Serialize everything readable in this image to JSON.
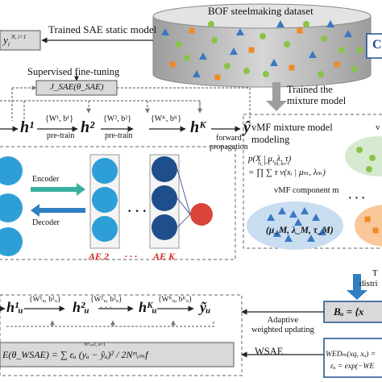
{
  "top": {
    "dataset_title": "BOF steelmaking dataset",
    "trained_static_label": "Trained SAE static model",
    "label_set": "y",
    "label_set_suffix": "i",
    "label_set_range": "N, i=1",
    "right_box_char": "C",
    "trained_mixture_label": "Trained the\nmixture model"
  },
  "finetune": {
    "title": "Supervised fine-tuning",
    "loss_label": "J_SAE(θ_SAE)"
  },
  "sae_chain": {
    "h1": "h¹",
    "h2": "h²",
    "hK": "hᴷ",
    "yhat": "ŷ",
    "w1": "{W¹, b¹}",
    "w2": "{W², b²}",
    "wK": "{Wᴷ, bᴷ}",
    "pretrain1": "pre-train",
    "pretrain2": "pre-train",
    "forward": "forward\npropagation",
    "encoder": "Encoder",
    "decoder": "Decoder",
    "ae2": "AE 2",
    "dots": "· · ·",
    "aeK": "AE K"
  },
  "vmf": {
    "title": "vMF mixture model\nmodeling",
    "eq1": "p(X | μ, λ, τ)",
    "eq2": "= ∏ ∑ τ v(xᵢ | μₘ, λₘ)",
    "eq2_limits_prod": "N, i=1",
    "eq2_limits_sum": "M, m=1",
    "component_label": "vMF component m",
    "component_dots": "· · ·",
    "ellipse_label": "(μ_M, λ_M, τ_M)",
    "v_cut": "v",
    "t_cut": "T",
    "distri_cut": "distri"
  },
  "wsae": {
    "hu1": "h¹ᵤ",
    "hu2": "h²ᵤ",
    "huK": "hᴷᵤ",
    "yu": "ỹᵤ",
    "w1": "{W¹ᵤ, b¹ᵤ}",
    "w2": "{W²ᵤ, b²ᵤ}",
    "wK": "{Wᴷᵤ, bᴷᵤ}",
    "dots": "· · ·",
    "adaptive_label": "Adaptive\nweighted updating",
    "wsae_label": "WSAE",
    "loss_eq": "E(θ_WSAE) = ∑ εᵤ (yᵤ − ŷᵤ)² / 2Nᵐᵥₘf",
    "loss_limits": "Nᵐᵥₘf, u=1",
    "bu_label": "Bᵤ = {x",
    "wed_line1": "WEDₘ(xq, xᵤ) =",
    "wed_line2": "εᵤ = exp(−WE"
  },
  "colors": {
    "cylinder": "#b9b9b9",
    "green": "#8bc34a",
    "blue": "#3a78c2",
    "orange": "#f08a24",
    "node_light": "#2e9fd6",
    "node_dark": "#1f4e8c",
    "output_node": "#d9453a",
    "ellipse_blue": "#c9ddf1",
    "ellipse_green": "#d6ead0",
    "ellipse_orange": "#f8c89a",
    "arrow_blue": "#2f7fc1",
    "arrow_teal": "#3ab0a0",
    "red_text": "#d7261e"
  }
}
